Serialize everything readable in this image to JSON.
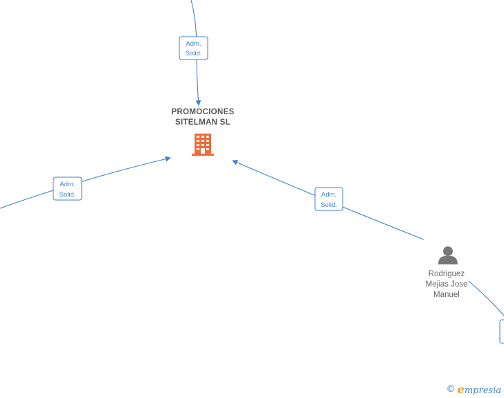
{
  "company": {
    "name_line1": "PROMOCIONES",
    "name_line2": "SITELMAN  SL",
    "icon": "building-icon",
    "color": "#f26b3a"
  },
  "person": {
    "name_line1": "Rodriguez",
    "name_line2": "Mejias Jose",
    "name_line3": "Manuel",
    "icon": "person-icon",
    "color": "#777777"
  },
  "relations": [
    {
      "line1": "Adm.",
      "line2": "Solid."
    },
    {
      "line1": "Adm.",
      "line2": "Solid."
    },
    {
      "line1": "Adm.",
      "line2": "Solid."
    }
  ],
  "edge_color": "#3f82c8",
  "footer": {
    "copyright_symbol": "©",
    "brand_initial": "e",
    "brand_rest": "mpresia"
  }
}
